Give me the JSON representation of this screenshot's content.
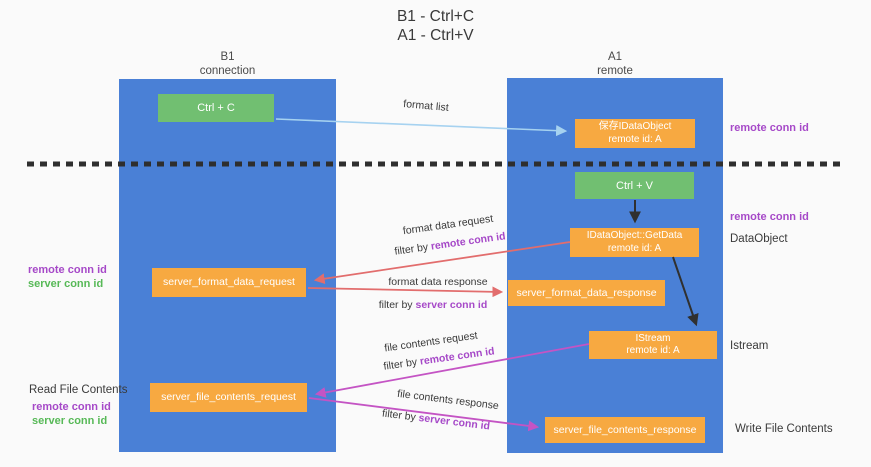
{
  "title": {
    "line1": "B1 - Ctrl+C",
    "line2": "A1 - Ctrl+V"
  },
  "lanes": {
    "left": {
      "header_name": "B1",
      "header_role": "connection",
      "ctrl_c_label": "Ctrl + C",
      "format_request_label": "server_format_data_request",
      "file_request_label": "server_file_contents_request"
    },
    "right": {
      "header_name": "A1",
      "header_role": "remote",
      "save_dataobject_line1": "保存IDataObject",
      "save_dataobject_line2": "remote id: A",
      "ctrl_v_label": "Ctrl + V",
      "getdata_line1": "IDataObject::GetData",
      "getdata_line2": "remote id: A",
      "format_response_label": "server_format_data_response",
      "istream_line1": "IStream",
      "istream_line2": "remote id: A",
      "file_response_label": "server_file_contents_response"
    }
  },
  "annotations": {
    "right_remote_conn_id_top": "remote conn id",
    "right_remote_conn_id_mid": "remote conn id",
    "right_dataobject": "DataObject",
    "right_istream": "Istream",
    "right_write_file_contents": "Write File Contents",
    "left_remote_conn_id_mid": "remote conn id",
    "left_server_conn_id_mid": "server conn id",
    "left_read_file_contents": "Read File Contents",
    "left_remote_conn_id_bottom": "remote conn id",
    "left_server_conn_id_bottom": "server conn id"
  },
  "flows": {
    "format_list": "format list",
    "format_data_request": "format data request",
    "format_data_response": "format data response",
    "file_contents_request": "file contents request",
    "file_contents_response": "file contents response",
    "filter_by": "filter by ",
    "remote_conn_id": "remote conn id",
    "server_conn_id": "server conn id"
  },
  "colors": {
    "lane_blue": "#4a80d6",
    "box_orange": "#f7a941",
    "box_green": "#71bf71",
    "arrow_salmon": "#e26d6d",
    "arrow_magenta": "#c454c4",
    "arrow_lightblue": "#a6d2f0",
    "arrow_black": "#303030",
    "divider_black": "#2e2e2e",
    "text_purple": "#a649c8",
    "text_green": "#57b957"
  }
}
